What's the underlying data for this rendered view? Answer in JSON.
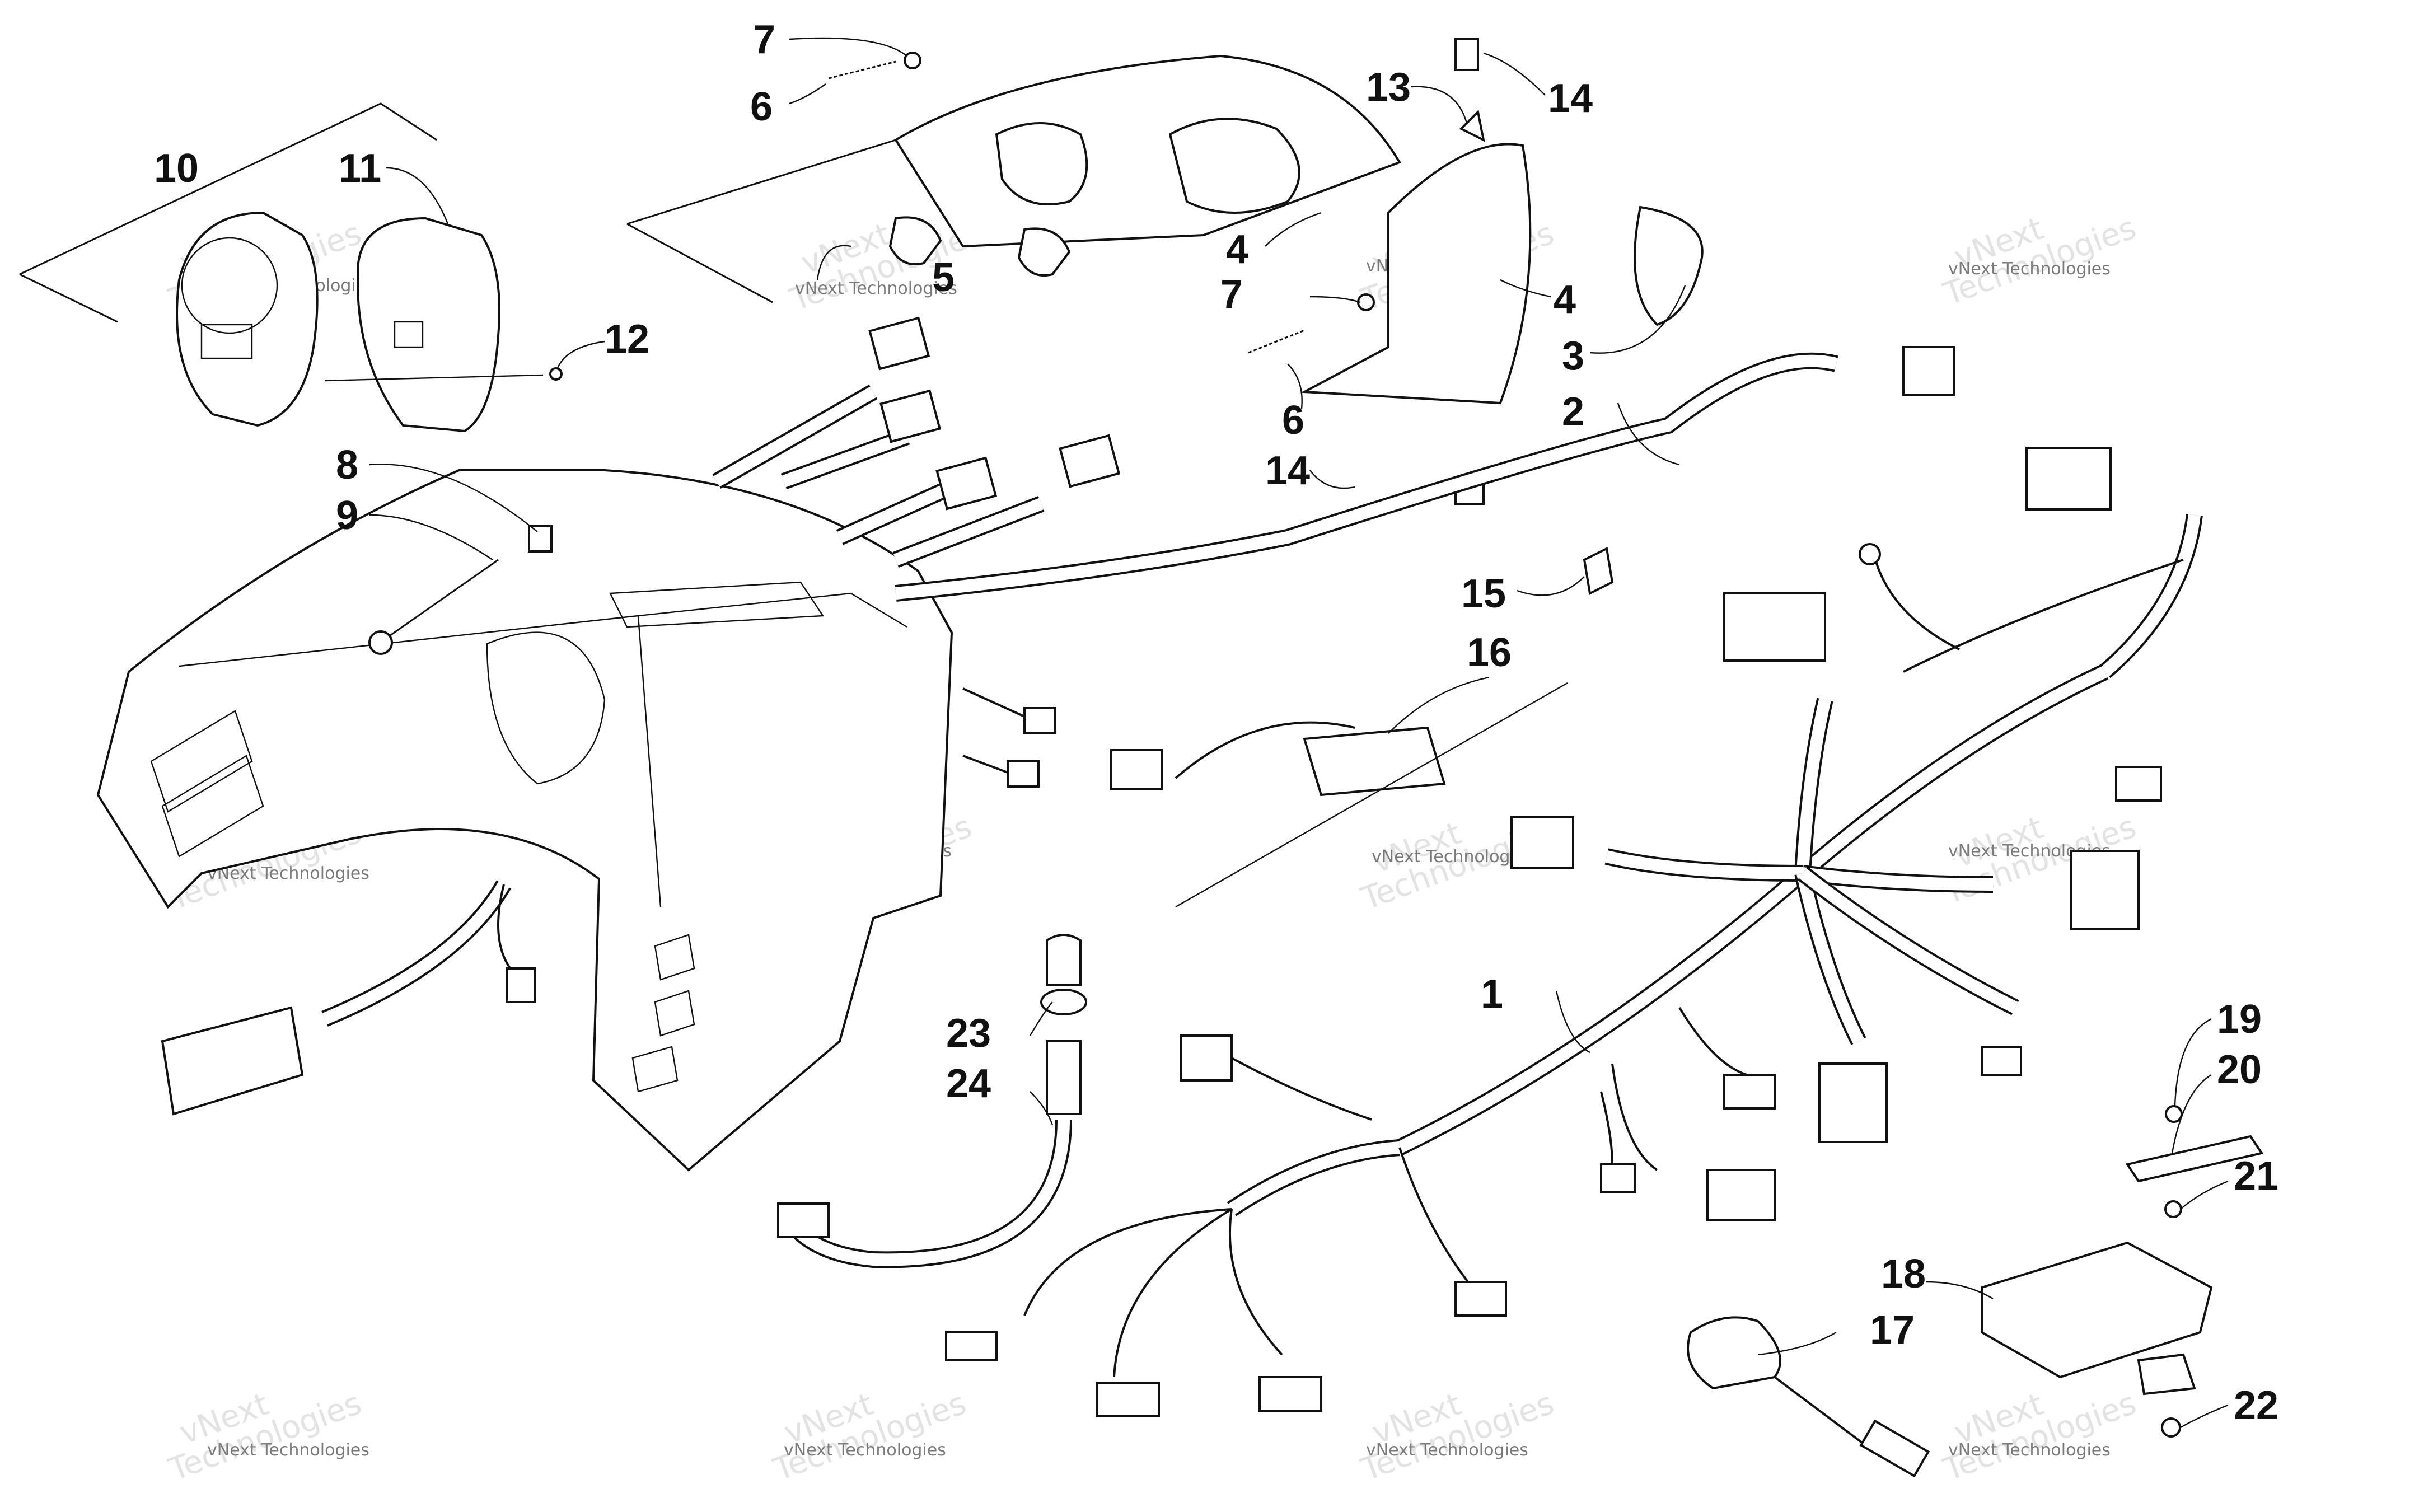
{
  "callouts": [
    {
      "label": "1"
    },
    {
      "label": "2"
    },
    {
      "label": "3"
    },
    {
      "label": "4"
    },
    {
      "label": "4"
    },
    {
      "label": "5"
    },
    {
      "label": "6"
    },
    {
      "label": "6"
    },
    {
      "label": "7"
    },
    {
      "label": "7"
    },
    {
      "label": "8"
    },
    {
      "label": "9"
    },
    {
      "label": "10"
    },
    {
      "label": "11"
    },
    {
      "label": "12"
    },
    {
      "label": "13"
    },
    {
      "label": "14"
    },
    {
      "label": "14"
    },
    {
      "label": "15"
    },
    {
      "label": "16"
    },
    {
      "label": "17"
    },
    {
      "label": "18"
    },
    {
      "label": "19"
    },
    {
      "label": "20"
    },
    {
      "label": "21"
    },
    {
      "label": "22"
    },
    {
      "label": "23"
    },
    {
      "label": "24"
    }
  ],
  "watermark": {
    "line1": "vNext Technologies",
    "line2": "vNext",
    "line3": "Technologies"
  }
}
